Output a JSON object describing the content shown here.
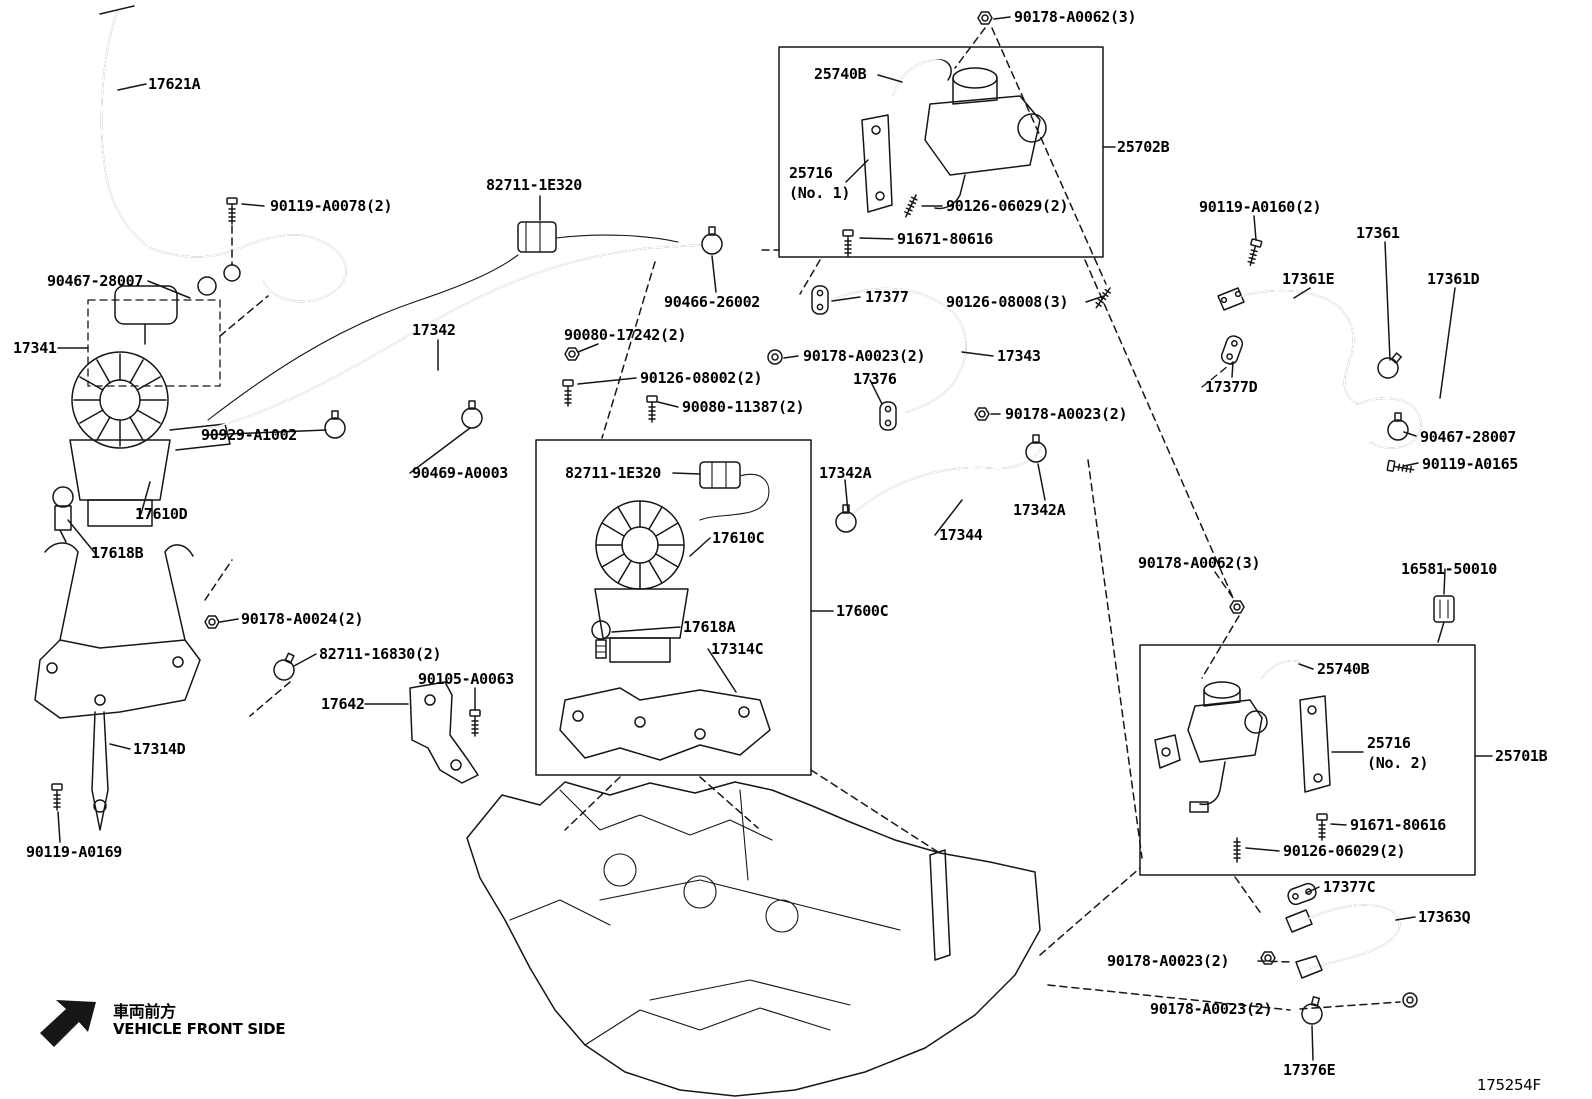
{
  "diagram": {
    "code": "175254F",
    "vehicle_front_jp": "車両前方",
    "vehicle_front_en": "VEHICLE FRONT SIDE"
  },
  "labels": [
    {
      "text": "17621A"
    },
    {
      "text": "90178-A0062(3)"
    },
    {
      "text": "25740B"
    },
    {
      "text": "25702B"
    },
    {
      "text": "25716"
    },
    {
      "text": "(No. 1)"
    },
    {
      "text": "90126-06029(2)"
    },
    {
      "text": "91671-80616"
    },
    {
      "text": "82711-1E320"
    },
    {
      "text": "90119-A0078(2)"
    },
    {
      "text": "90467-28007"
    },
    {
      "text": "17341"
    },
    {
      "text": "17342"
    },
    {
      "text": "90466-26002"
    },
    {
      "text": "17377"
    },
    {
      "text": "90126-08008(3)"
    },
    {
      "text": "90119-A0160(2)"
    },
    {
      "text": "17361"
    },
    {
      "text": "17361E"
    },
    {
      "text": "17361D"
    },
    {
      "text": "90080-17242(2)"
    },
    {
      "text": "90178-A0023(2)"
    },
    {
      "text": "17343"
    },
    {
      "text": "17376"
    },
    {
      "text": "90126-08002(2)"
    },
    {
      "text": "90080-11387(2)"
    },
    {
      "text": "17377D"
    },
    {
      "text": "90178-A0023(2)"
    },
    {
      "text": "90467-28007"
    },
    {
      "text": "90119-A0165"
    },
    {
      "text": "90929-A1002"
    },
    {
      "text": "90469-A0003"
    },
    {
      "text": "82711-1E320"
    },
    {
      "text": "17342A"
    },
    {
      "text": "17342A"
    },
    {
      "text": "17344"
    },
    {
      "text": "17610D"
    },
    {
      "text": "17610C"
    },
    {
      "text": "17618B"
    },
    {
      "text": "90178-A0062(3)"
    },
    {
      "text": "16581-50010"
    },
    {
      "text": "17600C"
    },
    {
      "text": "90178-A0024(2)"
    },
    {
      "text": "17618A"
    },
    {
      "text": "82711-16830(2)"
    },
    {
      "text": "17314C"
    },
    {
      "text": "25740B"
    },
    {
      "text": "90105-A0063"
    },
    {
      "text": "17642"
    },
    {
      "text": "25716"
    },
    {
      "text": "(No. 2)"
    },
    {
      "text": "25701B"
    },
    {
      "text": "17314D"
    },
    {
      "text": "91671-80616"
    },
    {
      "text": "90126-06029(2)"
    },
    {
      "text": "90119-A0169"
    },
    {
      "text": "17377C"
    },
    {
      "text": "17363Q"
    },
    {
      "text": "90178-A0023(2)"
    },
    {
      "text": "90178-A0023(2)"
    },
    {
      "text": "17376E"
    }
  ]
}
